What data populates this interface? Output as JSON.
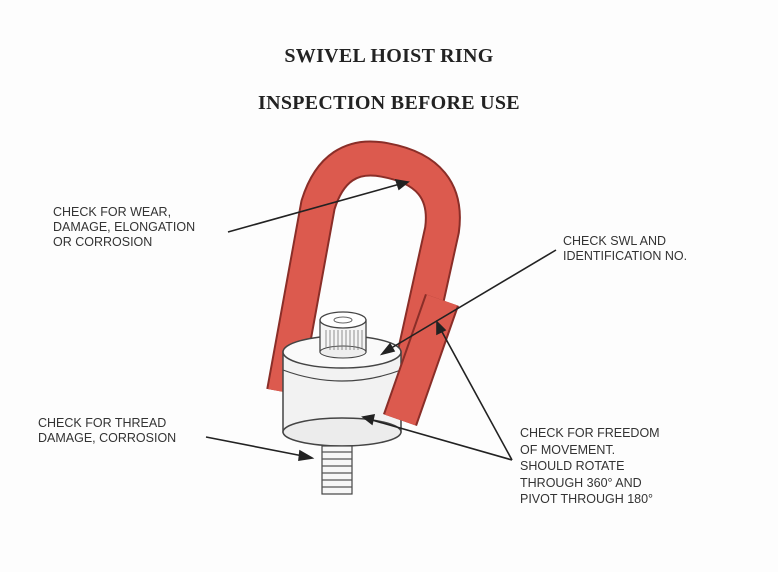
{
  "title": "SWIVEL HOIST RING",
  "subtitle": "INSPECTION BEFORE USE",
  "colors": {
    "ring": "#dc5a4e",
    "ring_edge": "#8a2e28",
    "text": "#333333"
  },
  "callouts": [
    {
      "id": "wear",
      "lines": [
        "CHECK FOR WEAR,",
        "DAMAGE, ELONGATION",
        "OR CORROSION"
      ]
    },
    {
      "id": "swl",
      "lines": [
        "CHECK SWL AND",
        "IDENTIFICATION NO."
      ]
    },
    {
      "id": "thread",
      "lines": [
        "CHECK FOR THREAD",
        "DAMAGE, CORROSION"
      ]
    },
    {
      "id": "freedom",
      "lines": [
        "CHECK FOR FREEDOM",
        "OF MOVEMENT.",
        "SHOULD ROTATE",
        "THROUGH 360° AND",
        "PIVOT THROUGH 180°"
      ]
    }
  ]
}
